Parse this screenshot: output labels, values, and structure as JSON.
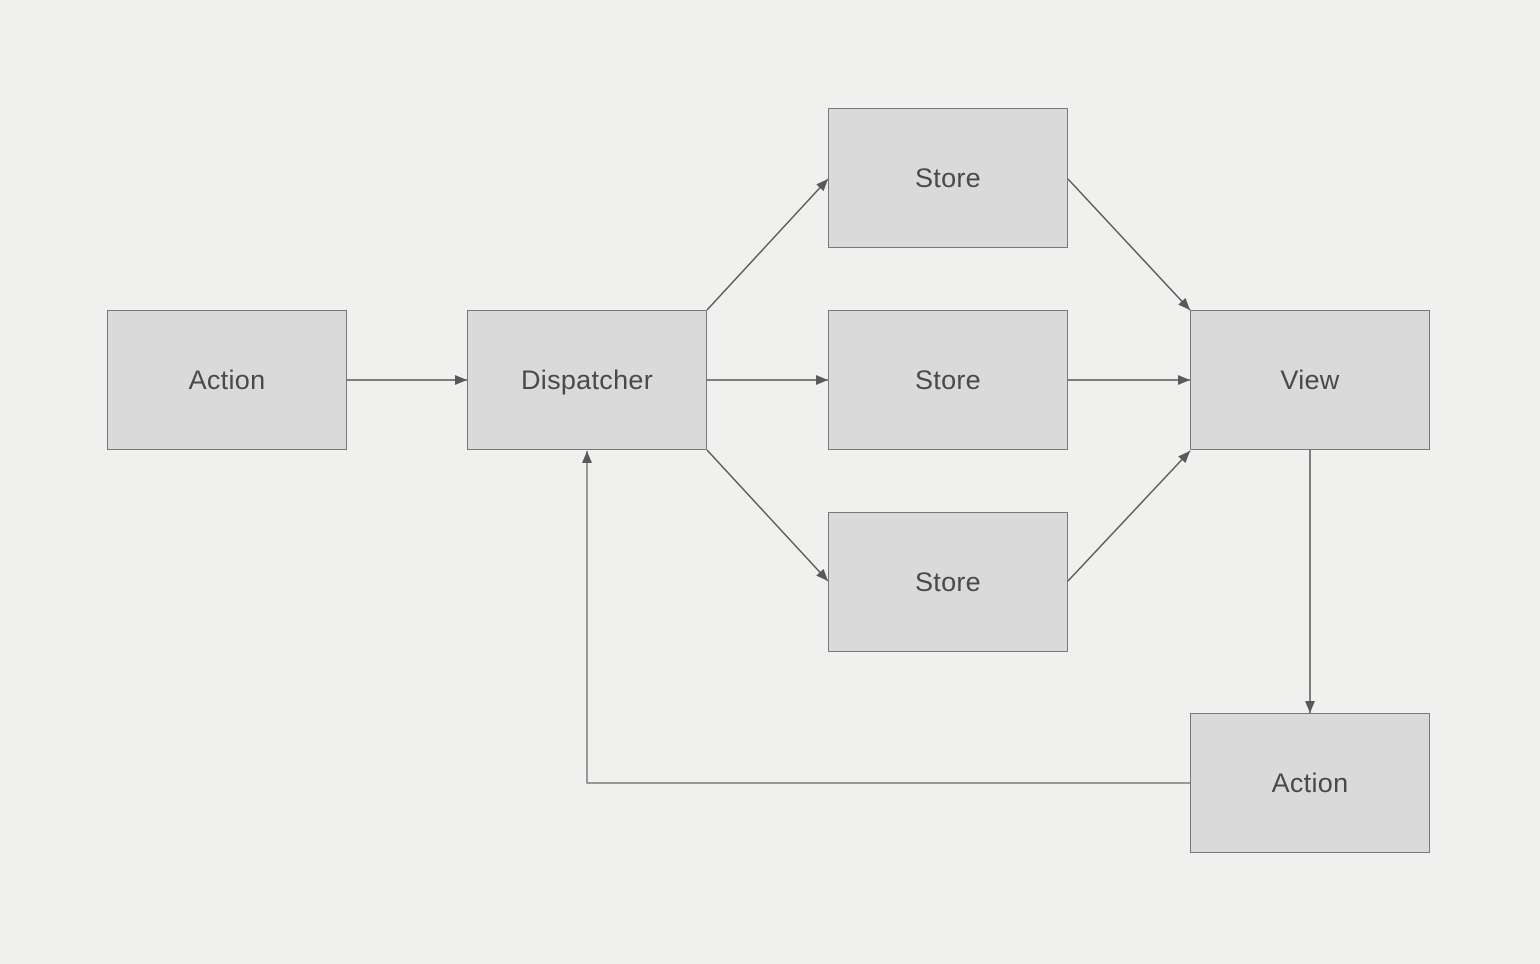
{
  "diagram": {
    "type": "flowchart",
    "description": "Flux unidirectional data flow architecture diagram",
    "colors": {
      "background": "#f0f0ee",
      "node_fill": "#dadada",
      "node_border": "#787878",
      "arrow": "#595959",
      "text": "#4a4a4e"
    },
    "nodes": {
      "action_left": {
        "label": "Action"
      },
      "dispatcher": {
        "label": "Dispatcher"
      },
      "store_top": {
        "label": "Store"
      },
      "store_middle": {
        "label": "Store"
      },
      "store_bottom": {
        "label": "Store"
      },
      "view": {
        "label": "View"
      },
      "action_bottom": {
        "label": "Action"
      }
    },
    "edges": [
      {
        "from": "action_left",
        "to": "dispatcher"
      },
      {
        "from": "dispatcher",
        "to": "store_top"
      },
      {
        "from": "dispatcher",
        "to": "store_middle"
      },
      {
        "from": "dispatcher",
        "to": "store_bottom"
      },
      {
        "from": "store_top",
        "to": "view"
      },
      {
        "from": "store_middle",
        "to": "view"
      },
      {
        "from": "store_bottom",
        "to": "view"
      },
      {
        "from": "view",
        "to": "action_bottom"
      },
      {
        "from": "action_bottom",
        "to": "dispatcher"
      }
    ]
  }
}
